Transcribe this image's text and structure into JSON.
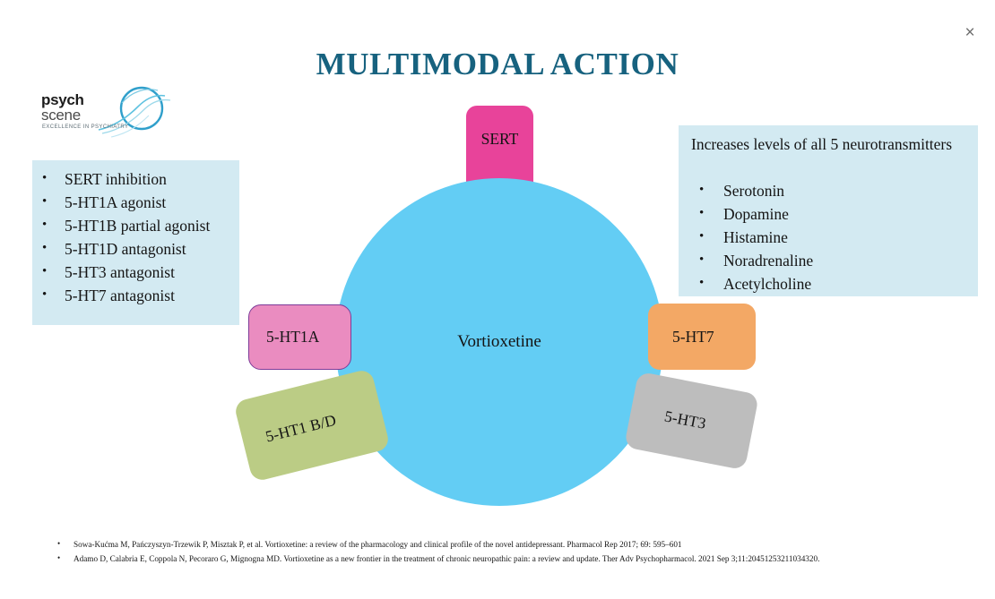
{
  "window": {
    "close_label": "×"
  },
  "slide": {
    "title": "MULTIMODAL ACTION"
  },
  "logo": {
    "line1": "psych",
    "line2": "scene",
    "tagline": "EXCELLENCE IN PSYCHIATRY"
  },
  "left_box": {
    "items": [
      "SERT inhibition",
      "5-HT1A agonist",
      "5-HT1B partial agonist",
      "5-HT1D antagonist",
      "5-HT3 antagonist",
      "5-HT7 antagonist"
    ]
  },
  "right_box": {
    "lead": "Increases levels of all 5 neurotransmitters",
    "items": [
      "Serotonin",
      "Dopamine",
      "Histamine",
      "Noradrenaline",
      "Acetylcholine"
    ]
  },
  "diagram": {
    "center": {
      "label": "Vortioxetine",
      "color": "#63cdf4"
    },
    "nodes": [
      {
        "label": "SERT",
        "color": "#e8439a"
      },
      {
        "label": "5-HT1A",
        "color": "#ea8cc0"
      },
      {
        "label": "5-HT7",
        "color": "#f3a865"
      },
      {
        "label": "5-HT1 B/D",
        "color": "#bbcc85"
      },
      {
        "label": "5-HT3",
        "color": "#bdbdbd"
      }
    ]
  },
  "references": [
    "Sowa-Kućma M, Pańczyszyn-Trzewik P, Misztak P, et al. Vortioxetine: a review of the pharmacology and clinical profile of the novel antidepressant. Pharmacol Rep 2017; 69: 595–601",
    "Adamo D, Calabria E, Coppola N, Pecoraro G, Mignogna MD. Vortioxetine as a new frontier in the treatment of chronic neuropathic pain: a review and update. Ther Adv Psychopharmacol. 2021 Sep 3;11:20451253211034320."
  ],
  "theme": {
    "title_color": "#17627f",
    "panel_color": "#d3eaf2"
  }
}
